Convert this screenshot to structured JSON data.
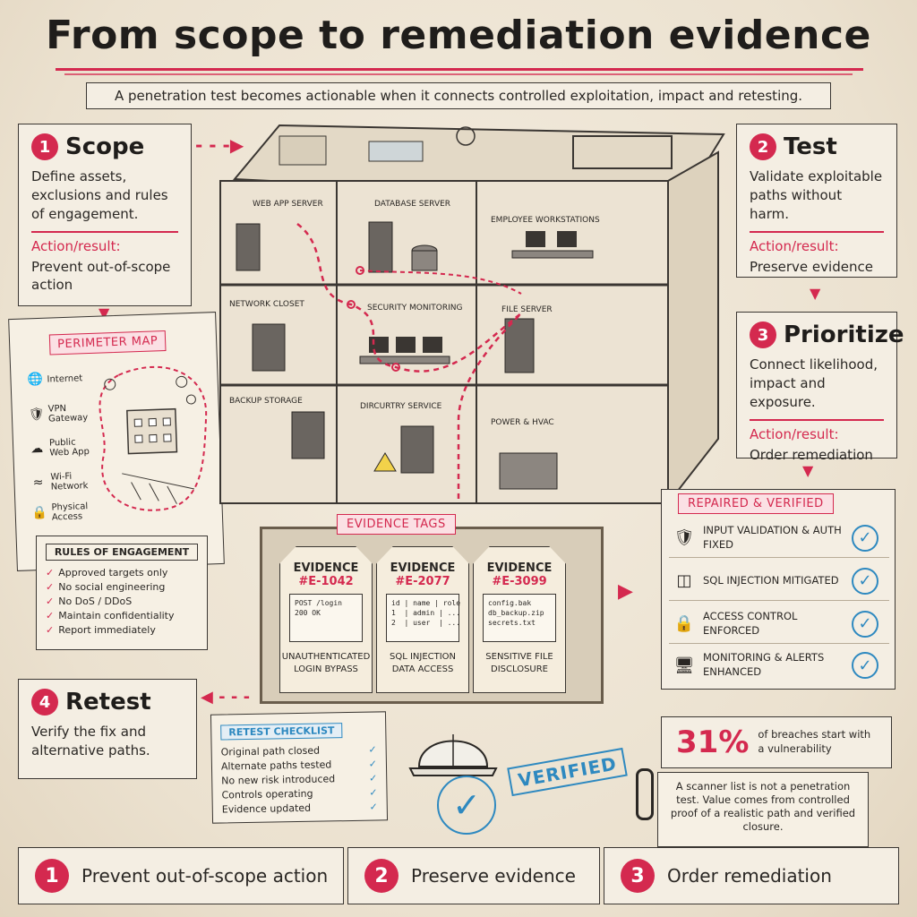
{
  "title": "From scope to remediation evidence",
  "subtitle": "A penetration test becomes actionable when it connects controlled exploitation, impact and retesting.",
  "steps": [
    {
      "num": "1",
      "title": "Scope",
      "desc": "Define assets, exclusions and rules of engagement.",
      "action_label": "Action/result:",
      "action_text": "Prevent out-of-scope action"
    },
    {
      "num": "2",
      "title": "Test",
      "desc": "Validate exploitable paths without harm.",
      "action_label": "Action/result:",
      "action_text": "Preserve evidence"
    },
    {
      "num": "3",
      "title": "Prioritize",
      "desc": "Connect likelihood, impact and exposure.",
      "action_label": "Action/result:",
      "action_text": "Order remediation"
    },
    {
      "num": "4",
      "title": "Retest",
      "desc": "Verify the fix and alternative paths."
    }
  ],
  "perimeter": {
    "label": "PERIMETER MAP",
    "items": [
      "Internet",
      "VPN Gateway",
      "Public Web App",
      "Wi-Fi Network",
      "Physical Access"
    ],
    "icons": [
      "globe-icon",
      "shield-icon",
      "cloud-icon",
      "wifi-icon",
      "lock-icon"
    ]
  },
  "rules": {
    "title": "RULES OF ENGAGEMENT",
    "items": [
      "Approved targets only",
      "No social engineering",
      "No DoS / DDoS",
      "Maintain confidentiality",
      "Report immediately"
    ]
  },
  "building": {
    "rooms": [
      "WEB APP SERVER",
      "DATABASE SERVER",
      "EMPLOYEE WORKSTATIONS",
      "NETWORK CLOSET",
      "SECURITY MONITORING",
      "FILE SERVER",
      "BACKUP STORAGE",
      "DIRCURTRY SERVICE",
      "POWER & HVAC"
    ]
  },
  "evidence": {
    "label": "EVIDENCE TAGS",
    "tags": [
      {
        "title": "EVIDENCE",
        "id": "#E-1042",
        "screen": "POST /login\n200 OK",
        "caption": "UNAUTHENTICATED LOGIN BYPASS"
      },
      {
        "title": "EVIDENCE",
        "id": "#E-2077",
        "screen": "id | name | role\n1  | admin | ...\n2  | user  | ...",
        "caption": "SQL INJECTION DATA ACCESS"
      },
      {
        "title": "EVIDENCE",
        "id": "#E-3099",
        "screen": "config.bak\ndb_backup.zip\nsecrets.txt",
        "caption": "SENSITIVE FILE DISCLOSURE"
      }
    ]
  },
  "repaired": {
    "label": "REPAIRED & VERIFIED",
    "items": [
      {
        "text": "INPUT VALIDATION & AUTH FIXED",
        "icon": "shield-icon"
      },
      {
        "text": "SQL INJECTION MITIGATED",
        "icon": "database-icon"
      },
      {
        "text": "ACCESS CONTROL ENFORCED",
        "icon": "document-lock-icon"
      },
      {
        "text": "MONITORING & ALERTS ENHANCED",
        "icon": "monitor-icon"
      }
    ]
  },
  "retest_checklist": {
    "title": "RETEST CHECKLIST",
    "items": [
      "Original path closed",
      "Alternate paths tested",
      "No new risk introduced",
      "Controls operating",
      "Evidence updated"
    ]
  },
  "verified_stamp": "VERIFIED",
  "stat": {
    "value": "31%",
    "text": "of breaches start with a vulnerability"
  },
  "note": "A scanner list is not a penetration test. Value comes from controlled proof of a realistic path and verified closure.",
  "bottom": [
    {
      "num": "1",
      "text": "Prevent out-of-scope action"
    },
    {
      "num": "2",
      "text": "Preserve evidence"
    },
    {
      "num": "3",
      "text": "Order remediation"
    }
  ],
  "colors": {
    "accent": "#d4294f",
    "verify": "#2e89c0",
    "paper": "#efe6d6"
  }
}
